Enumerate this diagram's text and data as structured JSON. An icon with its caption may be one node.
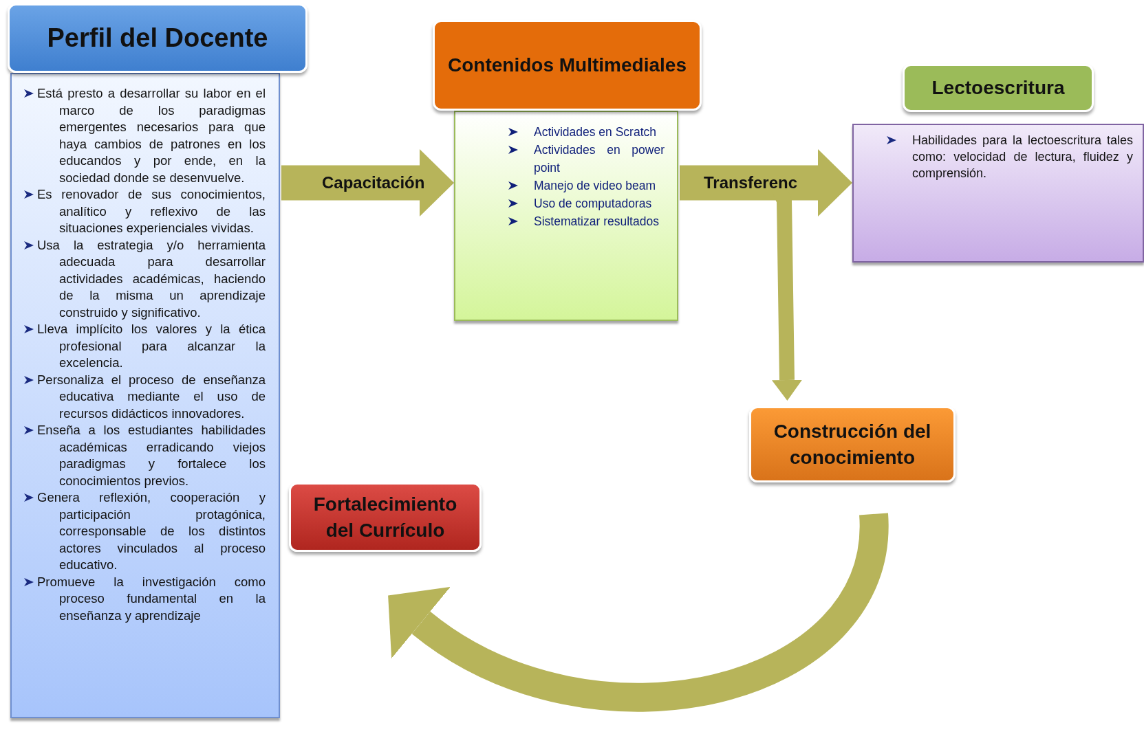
{
  "diagram": {
    "nodes": [
      {
        "text": [
          "Perfil del Docente",
          "Está presto a desarrollar su labor en el marco de los paradigmas emergentes necesarios para que haya cambios de patrones en los educandos y por ende, en la sociedad donde se desenvuelve.",
          "Es renovador de sus conocimientos, analítico y reflexivo de las situaciones experienciales vividas.",
          "Usa la estrategia y/o herramienta adecuada para desarrollar actividades académicas, haciendo de la misma un aprendizaje construido y significativo.",
          "Lleva implícito los valores y la ética profesional para alcanzar la excelencia.",
          "Personaliza el proceso de enseñanza educativa mediante el uso de recursos didácticos innovadores.",
          "Enseña a los estudiantes habilidades académicas erradicando viejos paradigmas y fortalece los conocimientos previos.",
          "Genera reflexión, cooperación y participación protagónica, corresponsable de los distintos actores vinculados al proceso educativo.",
          "Promueve la investigación como proceso fundamental en la enseñanza y aprendizaje"
        ]
      },
      {
        "text": [
          "Contenidos Multimediales",
          "Actividades en Scratch",
          "Actividades en power point",
          "Manejo de video beam",
          "Uso de computadoras",
          "Sistematizar resultados"
        ]
      },
      {
        "text": [
          "Lectoescritura",
          "Habilidades para la lectoescritura tales como: velocidad de lectura, fluidez y comprensión."
        ]
      },
      {
        "text": [
          "Construcción del conocimiento"
        ]
      },
      {
        "text": [
          "Fortalecimiento del Currículo"
        ]
      }
    ],
    "edges": [
      {
        "from": 0,
        "to": 1,
        "arrow": "to",
        "label": "Capacitación"
      },
      {
        "from": 1,
        "to": 2,
        "arrow": "to",
        "label": "Transferenc"
      },
      {
        "from": 1,
        "to": 3,
        "arrow": "to"
      },
      {
        "from": 3,
        "to": 4,
        "arrow": "to"
      }
    ]
  }
}
